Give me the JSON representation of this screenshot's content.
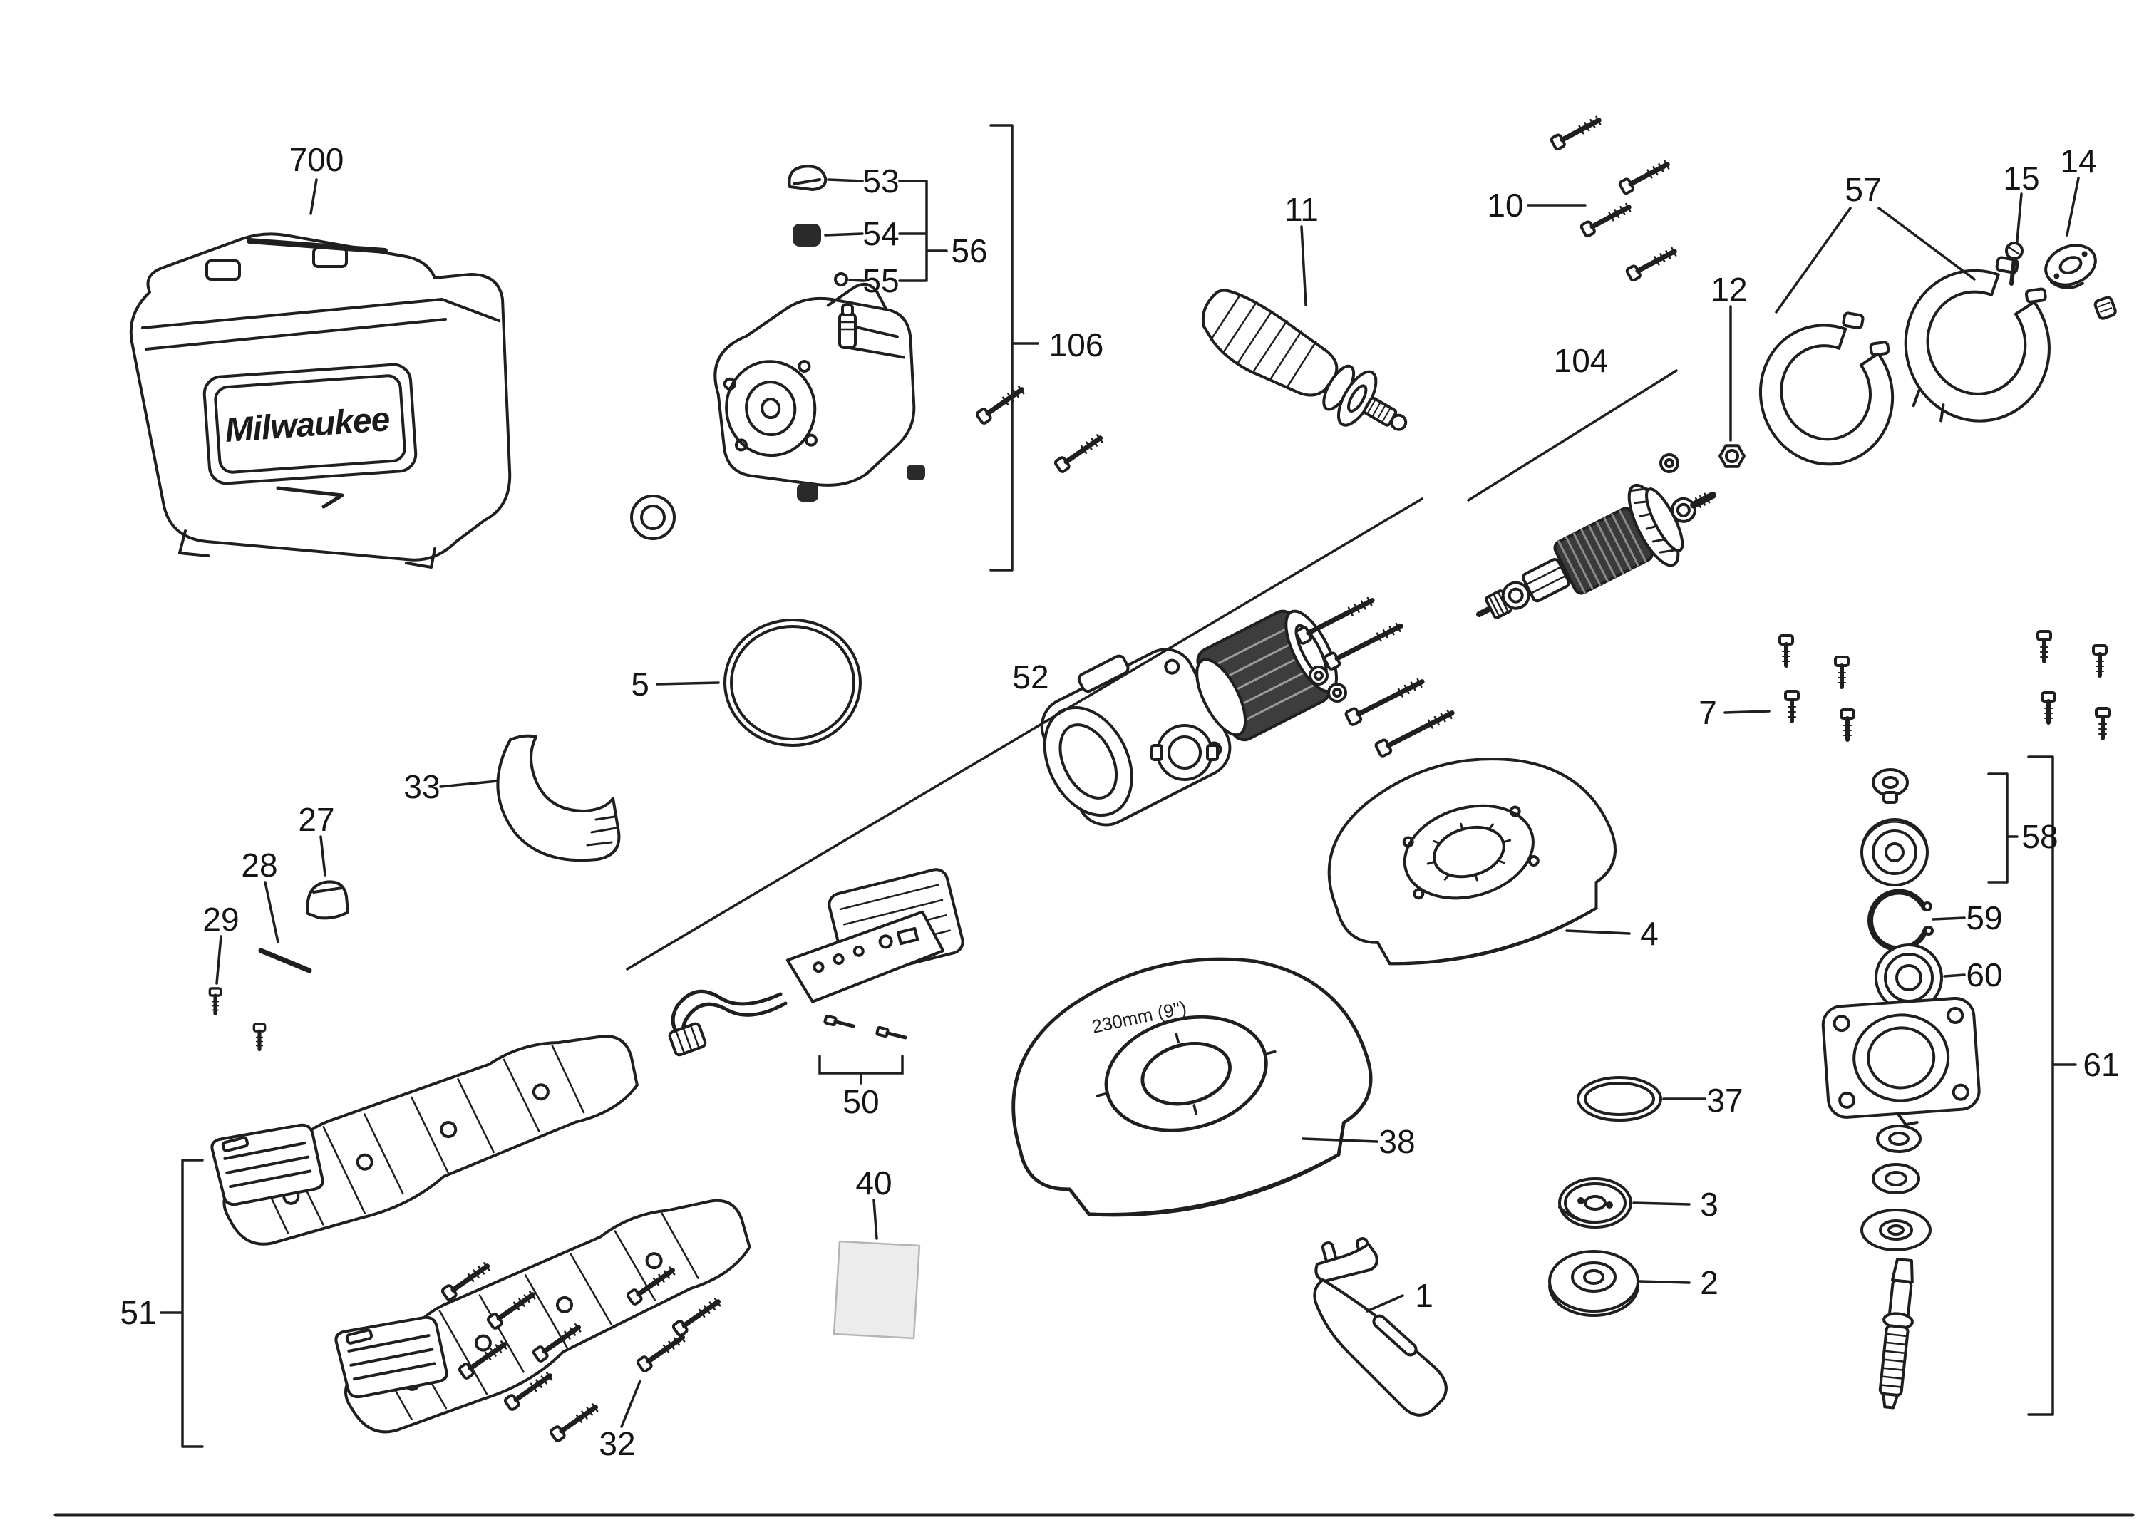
{
  "figure": {
    "type": "exploded-parts-diagram",
    "brand_logo_text": "Milwaukee",
    "guard_size_text": "230mm (9\")",
    "background": "#ffffff",
    "line_color": "#1f1f1f"
  },
  "callouts": [
    {
      "label": "700"
    },
    {
      "label": "53"
    },
    {
      "label": "54"
    },
    {
      "label": "55"
    },
    {
      "label": "56"
    },
    {
      "label": "106"
    },
    {
      "label": "11"
    },
    {
      "label": "10"
    },
    {
      "label": "57"
    },
    {
      "label": "15"
    },
    {
      "label": "14"
    },
    {
      "label": "12"
    },
    {
      "label": "104"
    },
    {
      "label": "5"
    },
    {
      "label": "52"
    },
    {
      "label": "33"
    },
    {
      "label": "27"
    },
    {
      "label": "28"
    },
    {
      "label": "29"
    },
    {
      "label": "7"
    },
    {
      "label": "58"
    },
    {
      "label": "59"
    },
    {
      "label": "60"
    },
    {
      "label": "61"
    },
    {
      "label": "4"
    },
    {
      "label": "37"
    },
    {
      "label": "38"
    },
    {
      "label": "3"
    },
    {
      "label": "2"
    },
    {
      "label": "50"
    },
    {
      "label": "40"
    },
    {
      "label": "51"
    },
    {
      "label": "32"
    },
    {
      "label": "1"
    }
  ]
}
